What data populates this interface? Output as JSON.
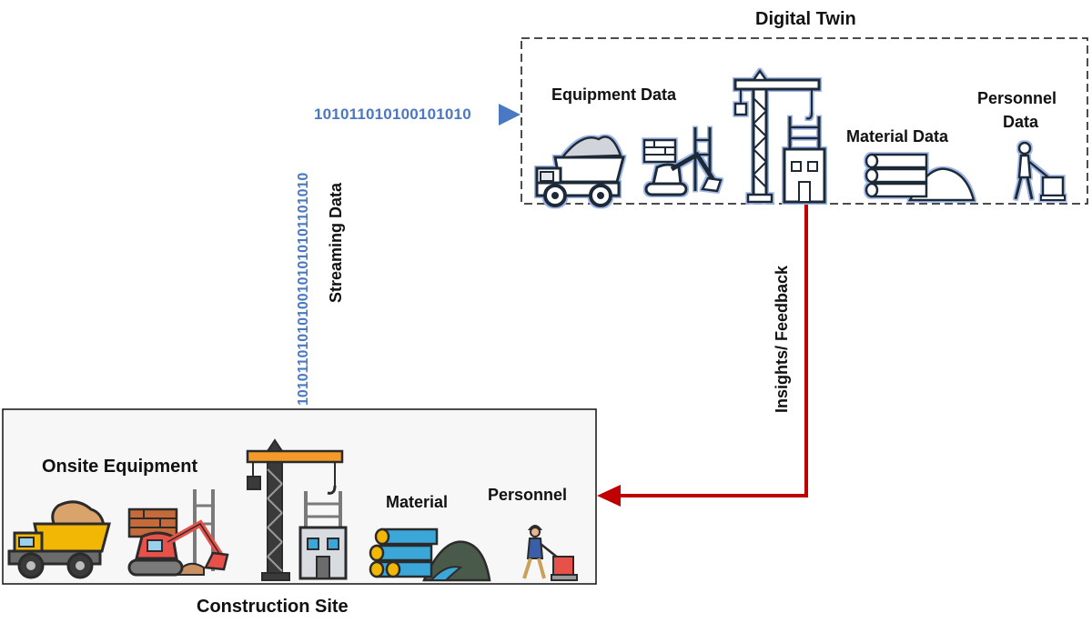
{
  "digital_twin": {
    "title": "Digital Twin",
    "equipment_label": "Equipment  Data",
    "material_label": "Material  Data",
    "personnel_label_line1": "Personnel",
    "personnel_label_line2": "Data"
  },
  "construction_site": {
    "title": "Construction Site",
    "equipment_label": "Onsite  Equipment",
    "material_label": "Material",
    "personnel_label": "Personnel"
  },
  "streaming": {
    "label": "Streaming Data",
    "bits_vertical": "10101101010100101010101101010",
    "bits_horizontal": "101011010100101010"
  },
  "feedback": {
    "label": "Insights/ Feedback"
  },
  "colors": {
    "stream_blue": "#4a78c2",
    "feedback_red": "#c00000",
    "truck_yellow": "#f2b705",
    "excavator_red": "#e8504a",
    "crane_orange": "#f39a2b",
    "pipe_blue": "#3aa7d8",
    "twin_outline": "#1e3a8a"
  },
  "icons": [
    "dump-truck-icon",
    "excavator-icon",
    "tower-crane-icon",
    "building-icon",
    "pipes-icon",
    "sand-pile-icon",
    "worker-compactor-icon"
  ]
}
